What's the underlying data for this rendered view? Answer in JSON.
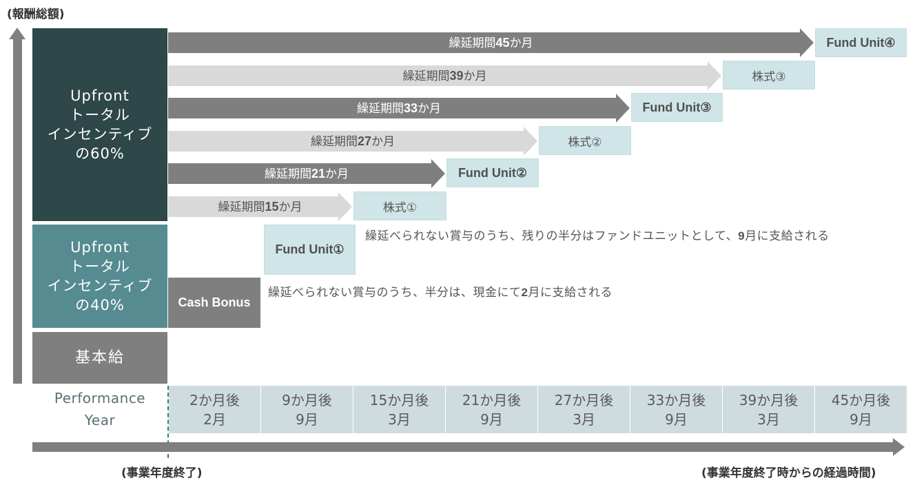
{
  "axes": {
    "y_label": "(報酬総額)",
    "x_label_start": "(事業年度終了)",
    "x_label_end": "(事業年度終了時からの経過時間)"
  },
  "blocks": {
    "upfront_60": [
      "Upfront",
      "トータル",
      "インセンティブ",
      "の60%"
    ],
    "upfront_40": [
      "Upfront",
      "トータル",
      "インセンティブ",
      "の40%"
    ],
    "base_salary": "基本給"
  },
  "deferrals": [
    {
      "prefix": "繰延期間",
      "months": "45",
      "suffix": "か月",
      "style": "dark",
      "payout": "Fund Unit④",
      "payout_type": "fund"
    },
    {
      "prefix": "繰延期間",
      "months": "39",
      "suffix": "か月",
      "style": "light",
      "payout": "株式③",
      "payout_type": "stock"
    },
    {
      "prefix": "繰延期間",
      "months": "33",
      "suffix": "か月",
      "style": "dark",
      "payout": "Fund Unit③",
      "payout_type": "fund"
    },
    {
      "prefix": "繰延期間",
      "months": "27",
      "suffix": "か月",
      "style": "light",
      "payout": "株式②",
      "payout_type": "stock"
    },
    {
      "prefix": "繰延期間",
      "months": "21",
      "suffix": "か月",
      "style": "dark",
      "payout": "Fund Unit②",
      "payout_type": "fund"
    },
    {
      "prefix": "繰延期間",
      "months": "15",
      "suffix": "か月",
      "style": "light",
      "payout": "株式①",
      "payout_type": "stock"
    }
  ],
  "non_deferred": {
    "fund_unit": "Fund Unit①",
    "fund_note": {
      "before": "繰延べられない賞与のうち、残りの半分はファンドユニットとして、",
      "bold": "9",
      "after": "月に支給される"
    },
    "cash_bonus": "Cash Bonus",
    "cash_note": {
      "before": "繰延べられない賞与のうち、半分は、現金にて",
      "bold": "2",
      "after": "月に支給される"
    }
  },
  "timeline": {
    "start_label": [
      "Performance",
      "Year"
    ],
    "cells": [
      {
        "elapsed": "2か月後",
        "month": "2月"
      },
      {
        "elapsed": "9か月後",
        "month": "9月"
      },
      {
        "elapsed": "15か月後",
        "month": "3月"
      },
      {
        "elapsed": "21か月後",
        "month": "9月"
      },
      {
        "elapsed": "27か月後",
        "month": "3月"
      },
      {
        "elapsed": "33か月後",
        "month": "9月"
      },
      {
        "elapsed": "39か月後",
        "month": "3月"
      },
      {
        "elapsed": "45か月後",
        "month": "9月"
      }
    ]
  },
  "colors": {
    "upfront_60": "#2e4749",
    "upfront_40": "#558b91",
    "gray_dark": "#7f7f7f",
    "gray_light": "#d9d9d9",
    "payout_box": "#d0e5e8",
    "timeline_cell": "#cfdcdf"
  }
}
